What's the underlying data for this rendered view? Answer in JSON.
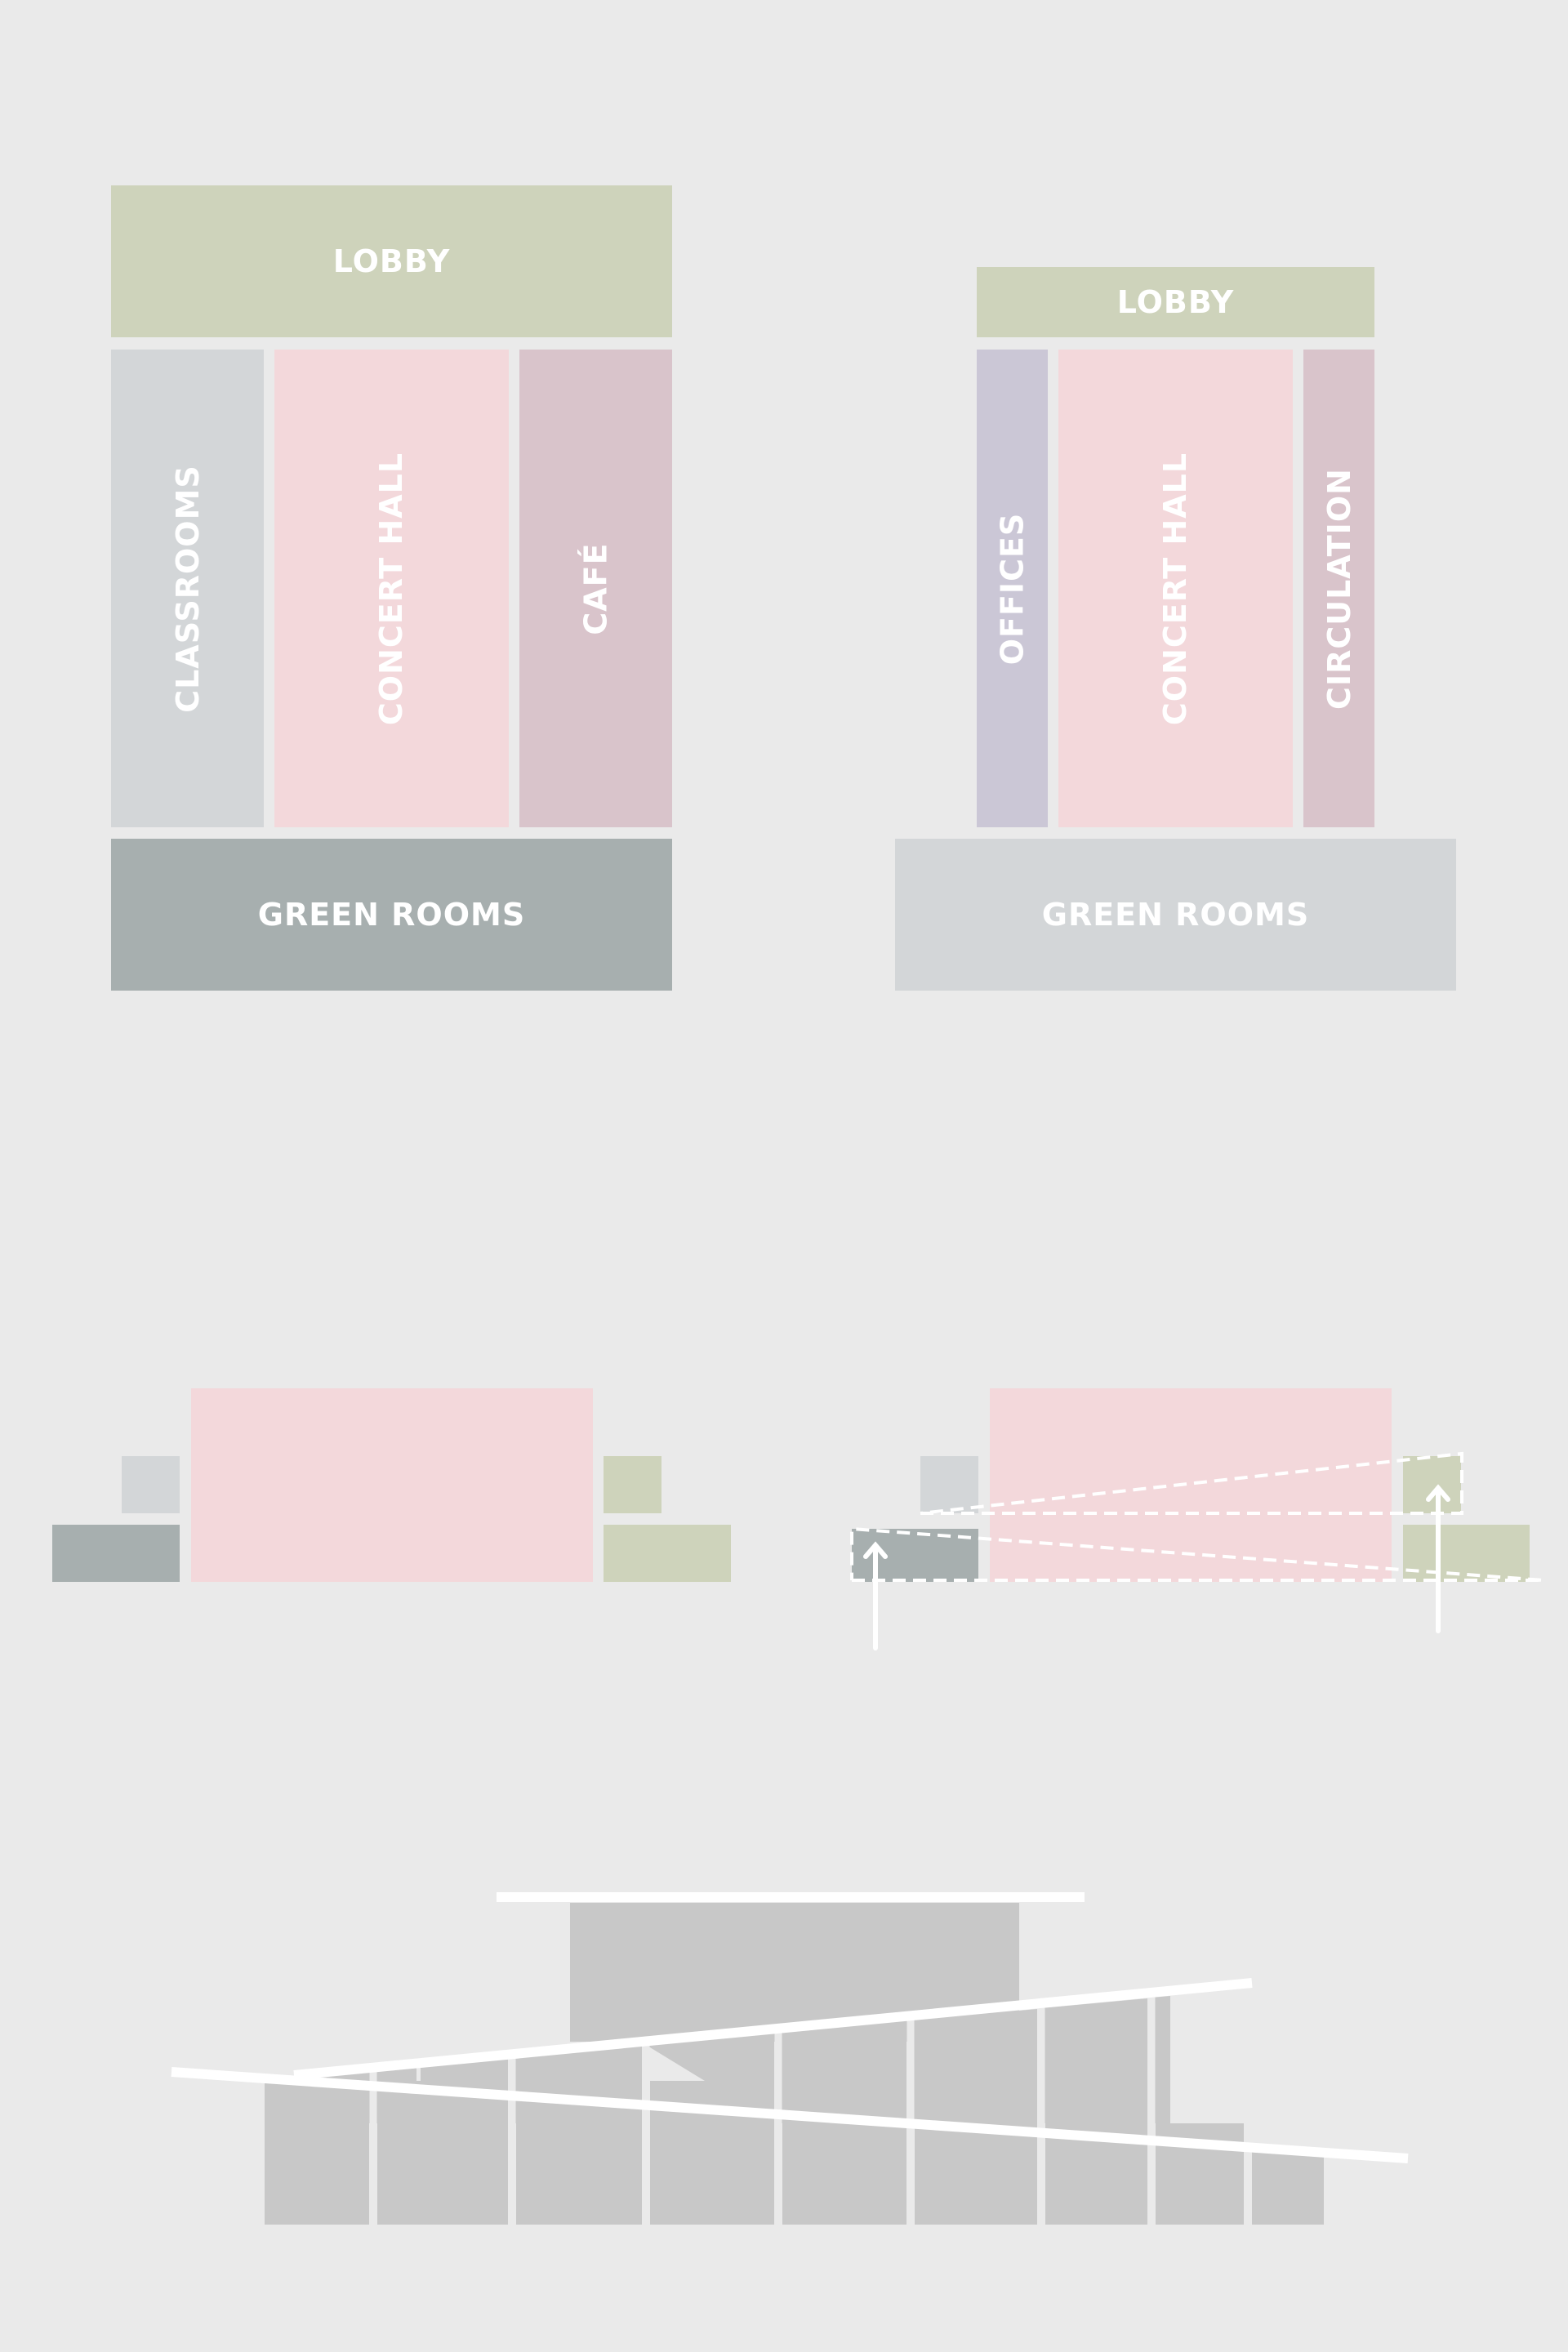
{
  "colors": {
    "background": "#eaeaea",
    "lobby": "#ced3bb",
    "classrooms": "#d3d6d8",
    "concert_hall": "#f3d8db",
    "cafe": "#d9c4cb",
    "green_rooms_dark": "#a7afaf",
    "green_rooms_light": "#d3d6d8",
    "offices": "#cbc7d6",
    "circulation": "#d9c4cb",
    "building_gray": "#c8c8c8",
    "line_white": "#ffffff"
  },
  "plan_a": {
    "lobby": "LOBBY",
    "classrooms": "CLASSROOMS",
    "concert_hall": "CONCERT HALL",
    "cafe": "CAFÉ",
    "green_rooms": "GREEN ROOMS"
  },
  "plan_b": {
    "lobby": "LOBBY",
    "offices": "OFFICES",
    "concert_hall": "CONCERT HALL",
    "circulation": "CIRCULATION",
    "green_rooms": "GREEN ROOMS"
  }
}
